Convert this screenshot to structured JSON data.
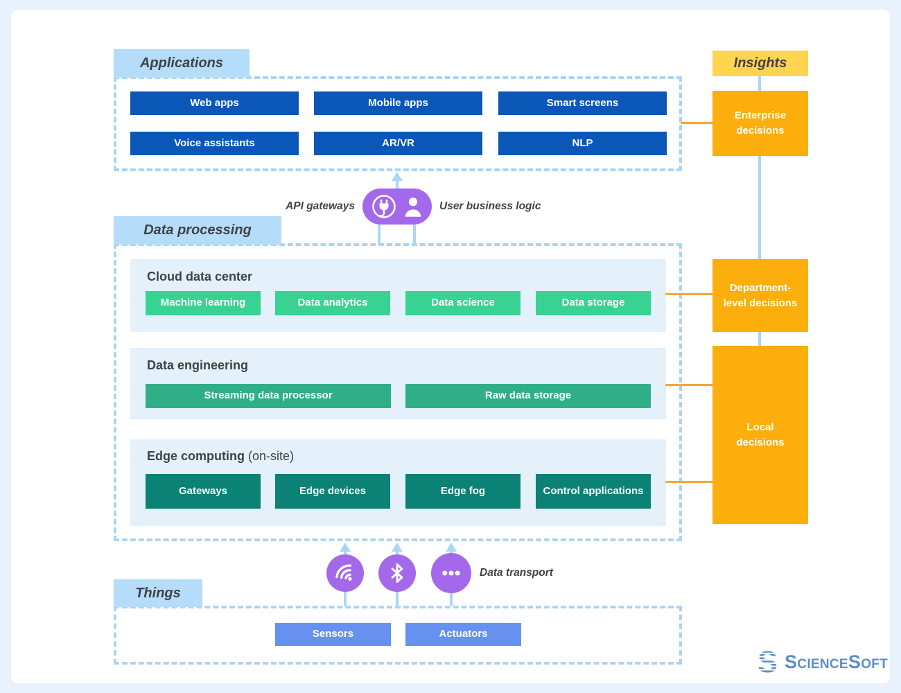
{
  "sections": {
    "applications": {
      "label": "Applications",
      "items": [
        "Web apps",
        "Mobile apps",
        "Smart screens",
        "Voice assistants",
        "AR/VR",
        "NLP"
      ]
    },
    "api_layer": {
      "left_label": "API gateways",
      "right_label": "User business logic",
      "icons": [
        "plug-icon",
        "user-icon"
      ]
    },
    "data_processing": {
      "label": "Data processing",
      "panels": [
        {
          "title": "Cloud data center",
          "suffix": "",
          "items": [
            "Machine learning",
            "Data analytics",
            "Data science",
            "Data storage"
          ]
        },
        {
          "title": "Data engineering",
          "suffix": "",
          "items": [
            "Streaming data processor",
            "Raw data storage"
          ]
        },
        {
          "title": "Edge computing",
          "suffix": " (on-site)",
          "items": [
            "Gateways",
            "Edge devices",
            "Edge fog",
            "Control applications"
          ]
        }
      ]
    },
    "data_transport": {
      "label": "Data transport",
      "icons": [
        "wifi-icon",
        "bluetooth-icon",
        "ellipsis-icon"
      ]
    },
    "things": {
      "label": "Things",
      "items": [
        "Sensors",
        "Actuators"
      ]
    },
    "insights": {
      "label": "Insights",
      "boxes": [
        "Enterprise decisions",
        "Department-level decisions",
        "Local decisions"
      ]
    }
  },
  "branding": {
    "logo_text": "ScienceSoft"
  },
  "colors": {
    "app_box": "#0B57B8",
    "cloud_box": "#38D392",
    "engineering_box": "#2FAE88",
    "edge_box": "#0C8176",
    "things_box": "#6691F0",
    "purple_icon": "#A468EB",
    "insights_label_bg": "#FFD44E",
    "insights_box_bg": "#FBAE0C",
    "section_label_bg": "#B5DCF8",
    "dashed_border": "#A9D4F6",
    "blue_connector": "#AAD6F5",
    "orange_connector": "#F7A738",
    "panel_bg": "#E4F0FA",
    "page_bg": "#E8F1FC",
    "logo_blue": "#5B8EC9"
  }
}
